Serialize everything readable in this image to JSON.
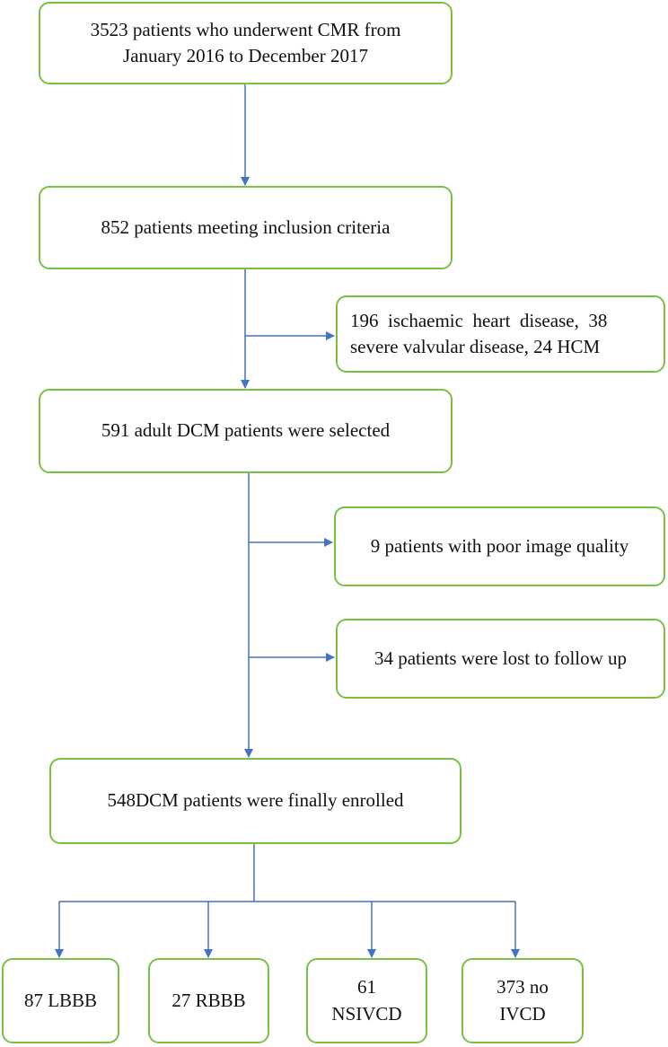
{
  "boxes": {
    "screened": {
      "line1": "3523 patients who underwent CMR from",
      "line2": "January 2016 to December 2017"
    },
    "inclusion": "852 patients meeting  inclusion criteria",
    "excluded_disease": {
      "line1": "196  ischaemic  heart  disease,  38",
      "line2": "severe valvular disease, 24 HCM"
    },
    "selected": "591 adult DCM patients were selected",
    "poor_image": "9 patients with poor image quality",
    "lost_follow_up": "34 patients were lost to follow up",
    "enrolled": "548DCM patients were finally enrolled",
    "lbbb": "87 LBBB",
    "rbbb": "27 RBBB",
    "nsivcd": {
      "line1": "61",
      "line2": "NSIVCD"
    },
    "no_ivcd": {
      "line1": "373 no",
      "line2": "IVCD"
    }
  },
  "colors": {
    "box_border": "#7ac143",
    "arrow": "#4472c4"
  }
}
